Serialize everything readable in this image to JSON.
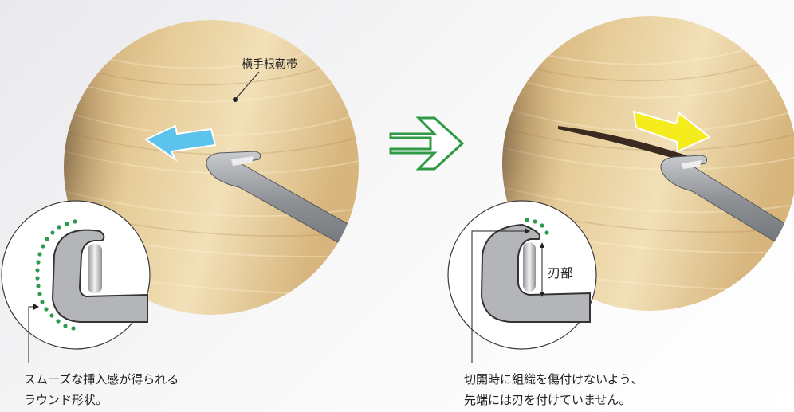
{
  "panels": {
    "left": {
      "ligament_label": "横手根靭帯",
      "caption_line1": "スムーズな挿入感が得られる",
      "caption_line2": "ラウンド形状。",
      "arrow_color": "#5cc3ec",
      "dotted_outline_color": "#2e9a4f"
    },
    "right": {
      "blade_label": "刃部",
      "caption_line1": "切開時に組織を傷付けないよう、",
      "caption_line2": "先端には刃を付けていません。",
      "arrow_color": "#f4ec1c",
      "dotted_outline_color": "#2e9a4f"
    }
  },
  "transition_arrow": {
    "direction": "right",
    "color": "#2f9a45"
  }
}
